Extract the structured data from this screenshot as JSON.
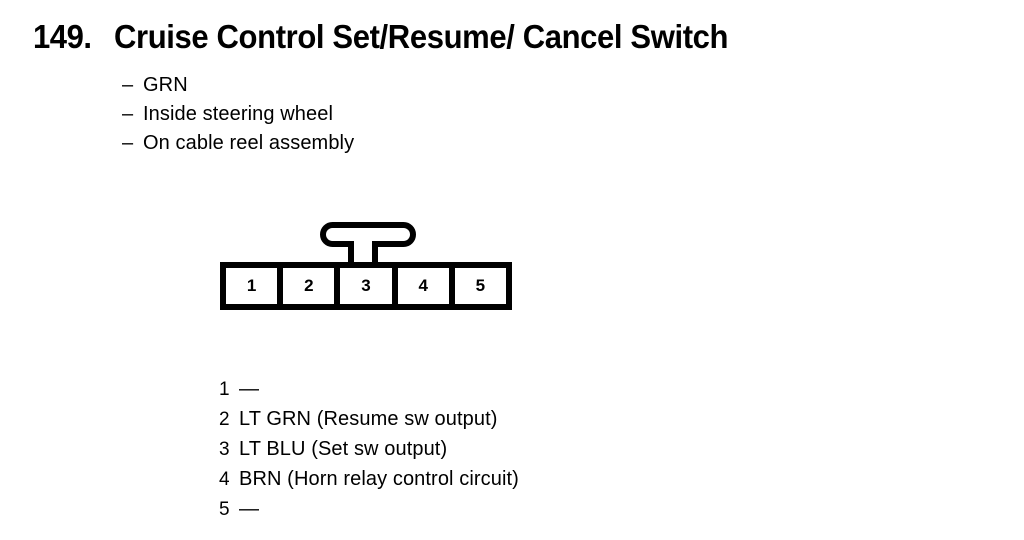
{
  "page": {
    "section_number": "149.",
    "title": "Cruise Control Set/Resume/ Cancel Switch"
  },
  "notes": {
    "dash": "–",
    "items": [
      "GRN",
      "Inside steering wheel",
      "On cable reel assembly"
    ]
  },
  "connector": {
    "latch_shape": "rounded-tab",
    "pin_count": 5,
    "pins": [
      {
        "number": "1"
      },
      {
        "number": "2"
      },
      {
        "number": "3"
      },
      {
        "number": "4"
      },
      {
        "number": "5"
      }
    ]
  },
  "legend": {
    "rows": [
      {
        "number": "1",
        "description": "—"
      },
      {
        "number": "2",
        "description": "LT GRN (Resume sw output)"
      },
      {
        "number": "3",
        "description": "LT BLU (Set sw output)"
      },
      {
        "number": "4",
        "description": "BRN (Horn relay control circuit)"
      },
      {
        "number": "5",
        "description": "—"
      }
    ]
  },
  "colors": {
    "ink": "#000000",
    "paper": "#ffffff"
  }
}
